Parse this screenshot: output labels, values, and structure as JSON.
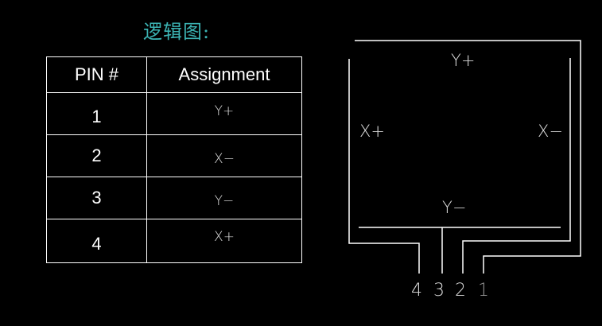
{
  "title": "逻辑图:",
  "table": {
    "headers": [
      "PIN #",
      "Assignment"
    ],
    "rows": [
      {
        "pin": "1",
        "assignment": "Y+"
      },
      {
        "pin": "2",
        "assignment": "X−"
      },
      {
        "pin": "3",
        "assignment": "Y−"
      },
      {
        "pin": "4",
        "assignment": "X+"
      }
    ]
  },
  "diagram": {
    "labels": {
      "top": "Y+",
      "left": "X+",
      "right": "X−",
      "bottom": "Y−"
    },
    "pins": [
      "4",
      "3",
      "2",
      "1"
    ]
  },
  "colors": {
    "title": "#3cb4b4",
    "lines": "#ffffff",
    "background": "#000000"
  }
}
